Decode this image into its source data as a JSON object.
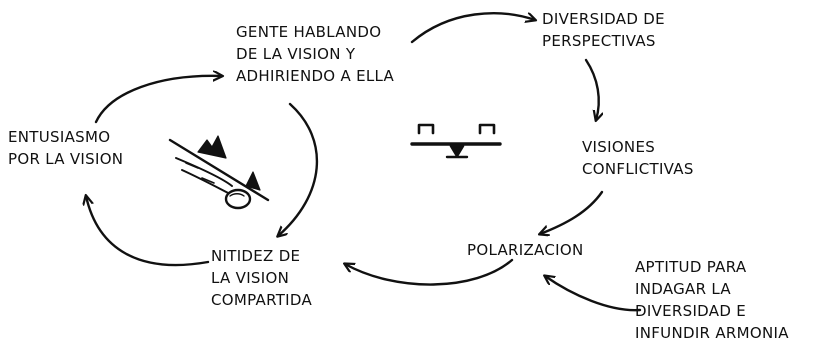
{
  "nodes": {
    "gente": {
      "lines": [
        "GENTE HABLANDO",
        "DE LA VISION Y",
        "ADHIRIENDO A ELLA"
      ]
    },
    "diversidad": {
      "lines": [
        "DIVERSIDAD DE",
        "PERSPECTIVAS"
      ]
    },
    "visiones": {
      "lines": [
        "VISIONES",
        "CONFLICTIVAS"
      ]
    },
    "polarizacion": {
      "lines": [
        "POLARIZACION"
      ]
    },
    "nitidez": {
      "lines": [
        "NITIDEZ DE",
        "LA VISION",
        "COMPARTIDA"
      ]
    },
    "entusiasmo": {
      "lines": [
        "ENTUSIASMO",
        "POR LA VISION"
      ]
    },
    "aptitud": {
      "lines": [
        "APTITUD PARA",
        "INDAGAR LA",
        "DIVERSIDAD E",
        "INFUNDIR ARMONIA"
      ]
    }
  },
  "icons": {
    "balance": "seesaw-balance-icon",
    "snowball": "snowball-rolling-downhill-icon"
  },
  "colors": {
    "ink": "#111111",
    "paper": "#ffffff"
  }
}
